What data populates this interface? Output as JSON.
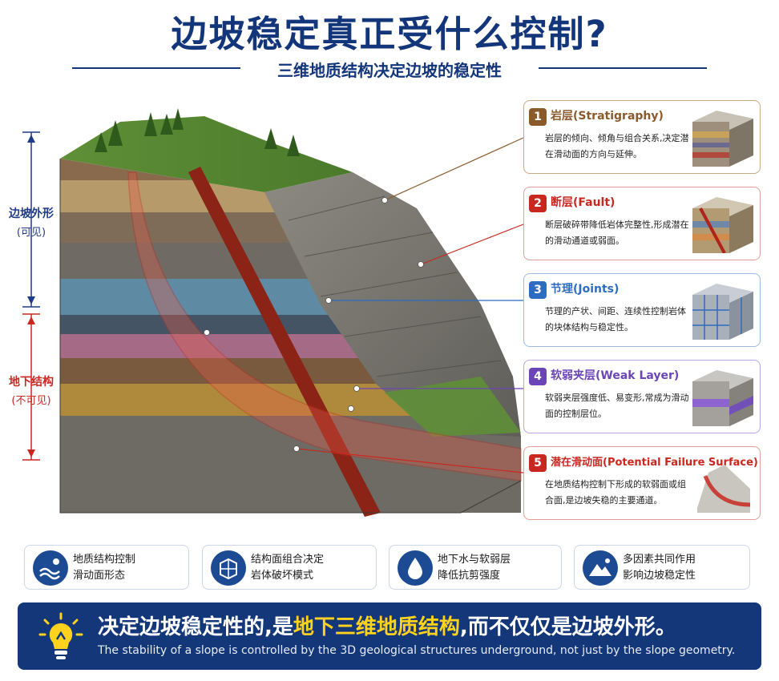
{
  "header": {
    "title": "边坡稳定真正受什么控制?",
    "subtitle": "三维地质结构决定边坡的稳定性"
  },
  "side_labels": {
    "visible_line1": "边坡外形",
    "visible_line2": "(可见)",
    "hidden_line1": "地下结构",
    "hidden_line2": "(不可见)"
  },
  "cards": [
    {
      "num": "1",
      "name": "岩层(Stratigraphy)",
      "desc": "岩层的倾向、倾角与组合关系,决定潜在滑动面的方向与延伸。",
      "color": "#8a5a2b"
    },
    {
      "num": "2",
      "name": "断层(Fault)",
      "desc": "断层破碎带降低岩体完整性,形成潜在的滑动通道或弱面。",
      "color": "#c8281f"
    },
    {
      "num": "3",
      "name": "节理(Joints)",
      "desc": "节理的产状、间距、连续性控制岩体的块体结构与稳定性。",
      "color": "#2d6cc0"
    },
    {
      "num": "4",
      "name": "软弱夹层(Weak Layer)",
      "desc": "软弱夹层强度低、易变形,常成为滑动面的控制层位。",
      "color": "#6b45b5"
    },
    {
      "num": "5",
      "name": "潜在滑动面(Potential Failure Surface)",
      "desc": "在地质结构控制下形成的软弱面或组合面,是边坡失稳的主要通道。",
      "color": "#c8281f"
    }
  ],
  "features": [
    {
      "line1": "地质结构控制",
      "line2": "滑动面形态",
      "icon": "wave-icon"
    },
    {
      "line1": "结构面组合决定",
      "line2": "岩体破坏模式",
      "icon": "cube-grid-icon"
    },
    {
      "line1": "地下水与软弱层",
      "line2": "降低抗剪强度",
      "icon": "water-drop-icon"
    },
    {
      "line1": "多因素共同作用",
      "line2": "影响边坡稳定性",
      "icon": "mountain-icon"
    }
  ],
  "banner": {
    "main_prefix": "决定边坡稳定性的,是",
    "main_highlight": "地下三维地质结构",
    "main_suffix": ",而不仅仅是边坡外形。",
    "english": "The stability of a slope is controlled by the 3D geological structures underground, not just by the slope geometry."
  },
  "colors": {
    "navy": "#13357a",
    "red": "#c8281f",
    "highlight": "#ffd21e"
  }
}
